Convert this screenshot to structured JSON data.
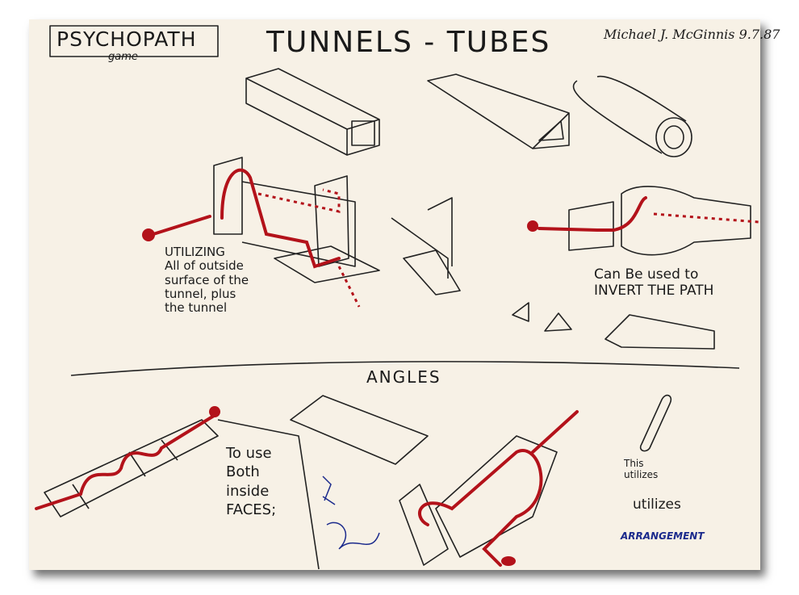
{
  "header": {
    "game_title": "PSYCHOPATH",
    "game_subtitle": "game",
    "title": "TUNNELS - TUBES",
    "signature": "Michael J. McGinnis 9.7.87"
  },
  "annotations": {
    "utilizing": "UTILIZING\nAll of outside\nsurface of the\ntunnel, plus\nthe tunnel",
    "invert": "Can Be used to\nINVERT THE PATH",
    "angles": "ANGLES",
    "to_use": "To use\nBoth\ninside\nFACES;",
    "this_utilizes": "This\nutilizes",
    "utilizes": "utilizes",
    "arrangement": "ARRANGEMENT"
  },
  "colors": {
    "paper": "#f7f1e6",
    "ink": "#1a1a1a",
    "red_path": "#b3121a",
    "blue_ink": "#1b2a8c"
  }
}
